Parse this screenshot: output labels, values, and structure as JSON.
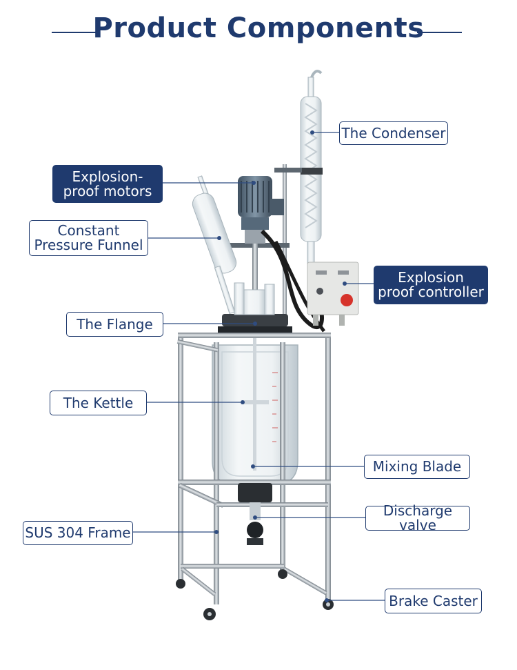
{
  "title": "Product Components",
  "labels": {
    "condenser": "The Condenser",
    "motors_line1": "Explosion-",
    "motors_line2": "proof motors",
    "funnel_line1": "Constant",
    "funnel_line2": "Pressure Funnel",
    "controller_line1": "Explosion",
    "controller_line2": "proof controller",
    "flange": "The Flange",
    "kettle": "The Kettle",
    "mixing_blade": "Mixing Blade",
    "discharge_valve": "Discharge valve",
    "frame": "SUS 304  Frame",
    "brake_caster": "Brake Caster"
  },
  "colors": {
    "accent": "#1f3a6e",
    "steel": "#9aa3ab",
    "glass": "#dfe7ec",
    "motor": "#5c6f80",
    "controller": "#e6e7e5",
    "button": "#d6332b"
  }
}
